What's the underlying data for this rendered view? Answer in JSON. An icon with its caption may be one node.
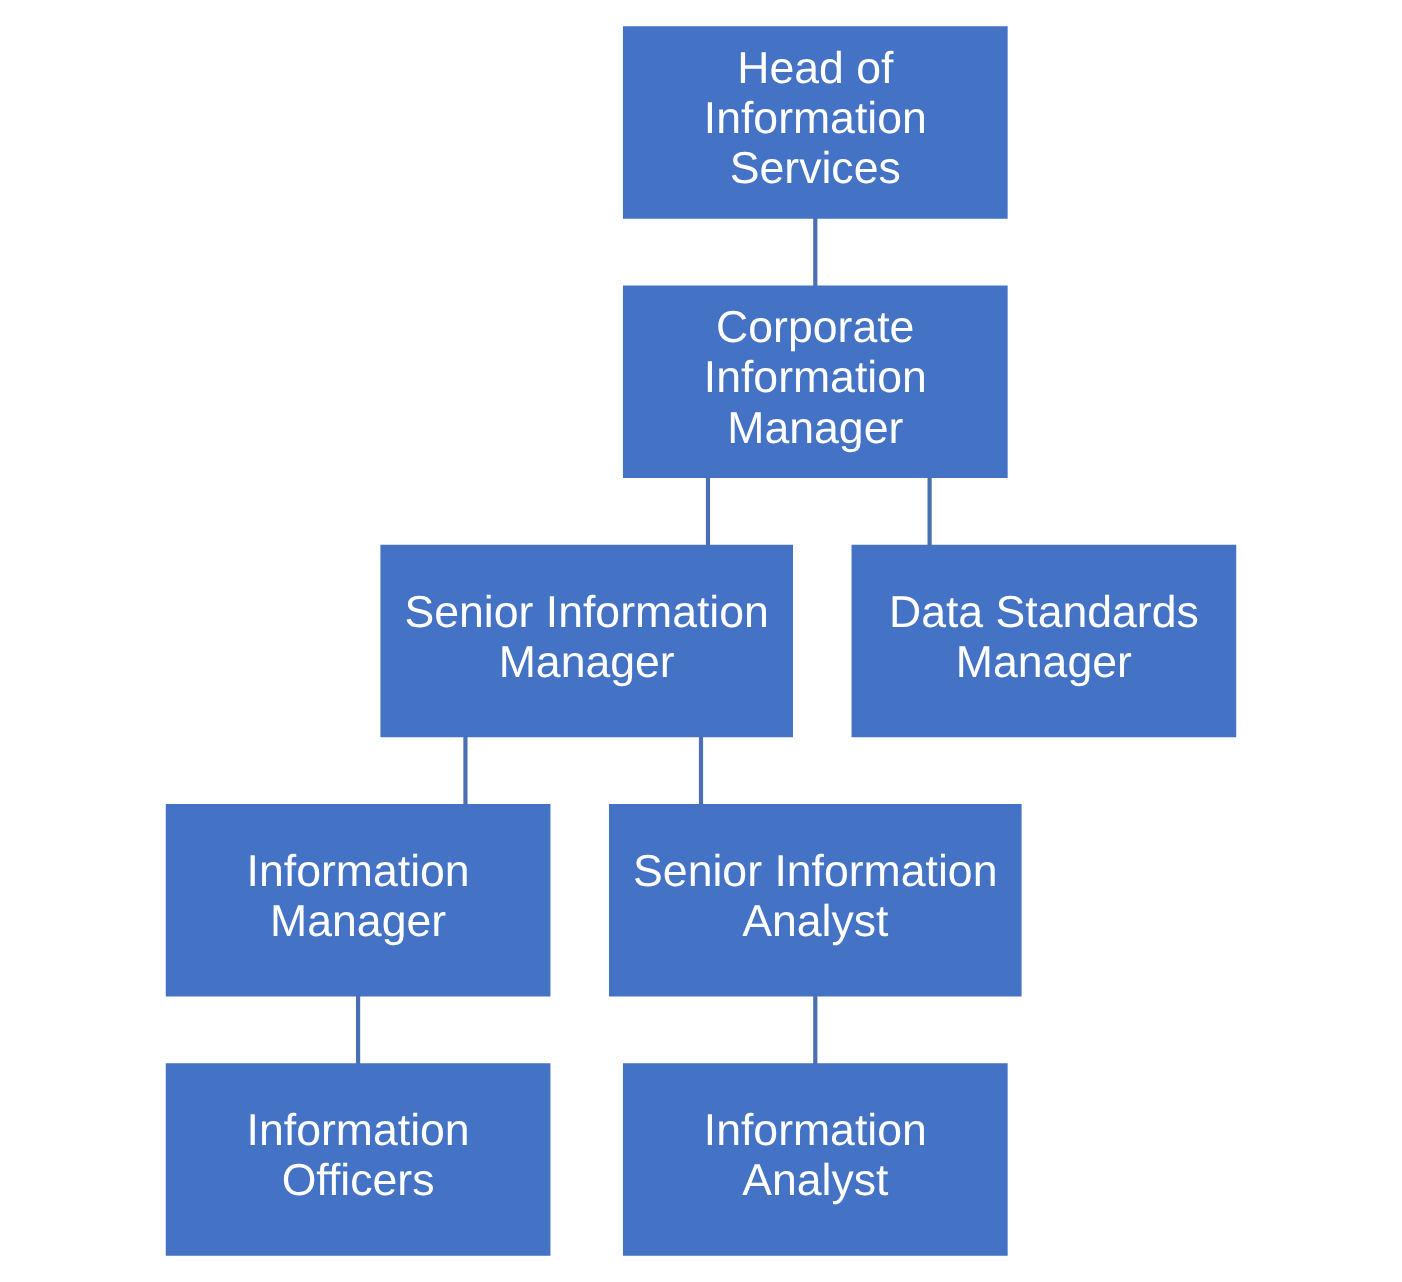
{
  "diagram": {
    "nodes": [
      {
        "text": [
          "Head of Information Services"
        ]
      },
      {
        "text": [
          "Corporate Information Manager"
        ]
      },
      {
        "text": [
          "Senior Information Manager"
        ]
      },
      {
        "text": [
          "Data Standards Manager"
        ]
      },
      {
        "text": [
          "Information Manager"
        ]
      },
      {
        "text": [
          "Information Officers"
        ]
      },
      {
        "text": [
          "Senior Information Analyst"
        ]
      },
      {
        "text": [
          "Information Analyst"
        ]
      }
    ],
    "edges": [
      {
        "from": 0,
        "to": 1,
        "arrow": "none"
      },
      {
        "from": 1,
        "to": 2,
        "arrow": "none"
      },
      {
        "from": 1,
        "to": 3,
        "arrow": "none"
      },
      {
        "from": 2,
        "to": 4,
        "arrow": "none"
      },
      {
        "from": 2,
        "to": 6,
        "arrow": "none"
      },
      {
        "from": 4,
        "to": 5,
        "arrow": "none"
      },
      {
        "from": 6,
        "to": 7,
        "arrow": "none"
      }
    ]
  }
}
